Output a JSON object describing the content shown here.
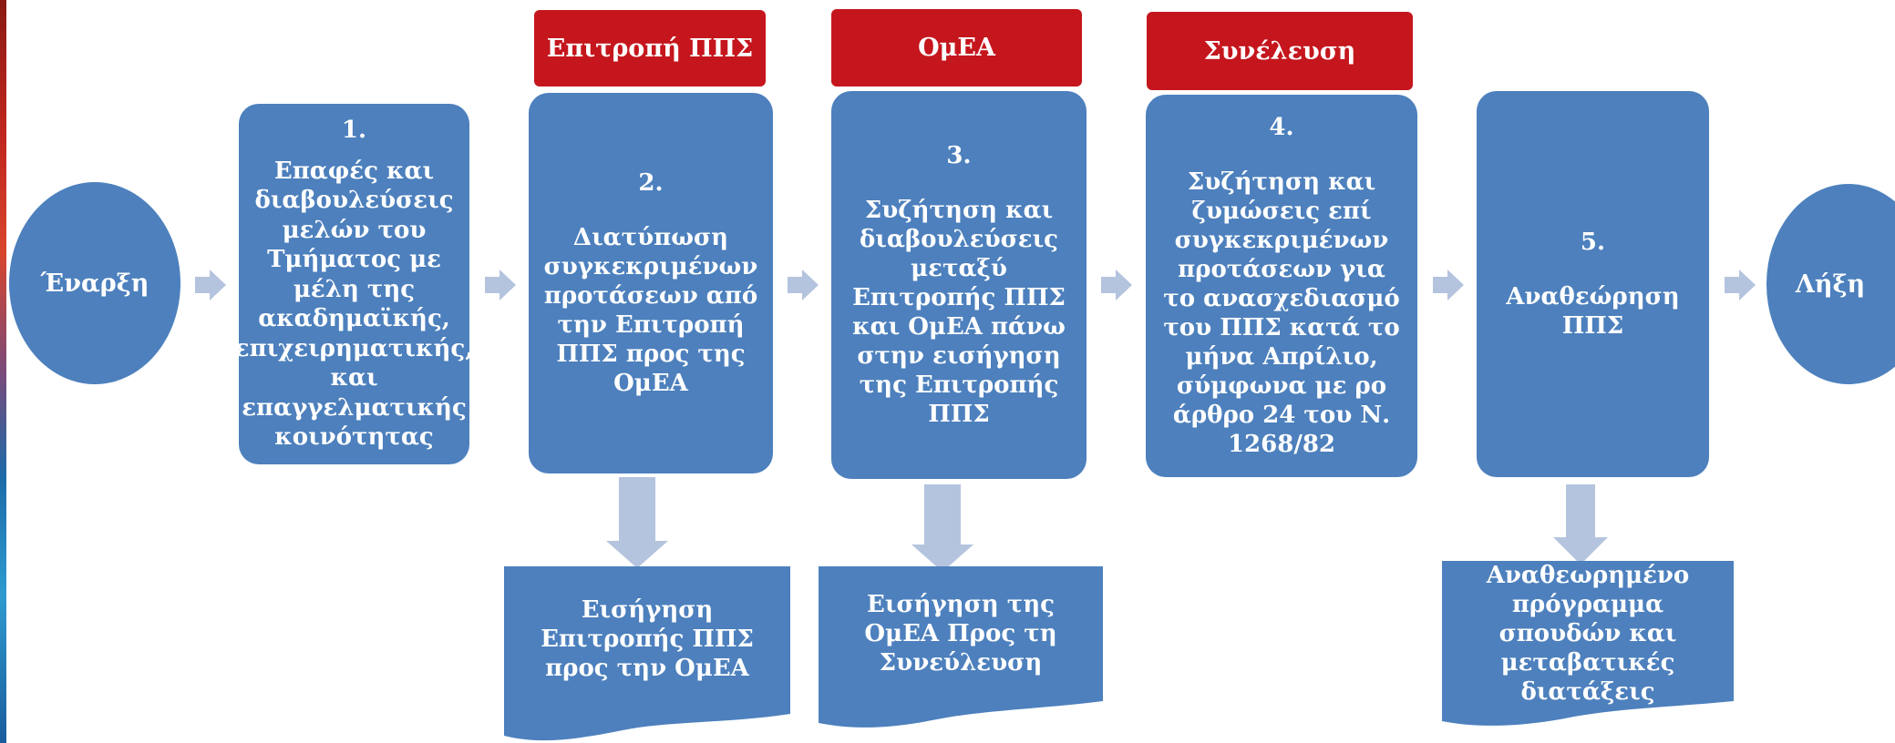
{
  "start_label": "Έναρξη",
  "end_label": "Λήξη",
  "headers": [
    "Επιτροπή ΠΠΣ",
    "ΟμΕΑ",
    "Συνέλευση"
  ],
  "steps": [
    {
      "num": "1.",
      "text": "Επαφές και διαβουλεύσεις μελών του Τμήματος με μέλη της ακαδημαϊκής, επιχειρηματικής, και επαγγελματικής κοινότητας"
    },
    {
      "num": "2.",
      "text": "Διατύπωση συγκεκριμένων προτάσεων από την Επιτροπή ΠΠΣ προς της ΟμΕΑ"
    },
    {
      "num": "3.",
      "text": "Συζήτηση και διαβουλεύσεις μεταξύ Επιτροπής ΠΠΣ και ΟμΕΑ πάνω στην εισήγηση της Επιτροπής ΠΠΣ"
    },
    {
      "num": "4.",
      "text": "Συζήτηση και ζυμώσεις επί συγκεκριμένων προτάσεων για το ανασχεδιασμό του ΠΠΣ κατά το μήνα Απρίλιο, σύμφωνα με ρο άρθρο 24 του Ν. 1268/82"
    },
    {
      "num": "5.",
      "text": "Αναθεώρηση ΠΠΣ"
    }
  ],
  "outputs": [
    "Εισήγηση Επιτροπής ΠΠΣ προς την ΟμΕΑ",
    "Εισήγηση της ΟμΕΑ Προς τη Συνεύλευση",
    "Αναθεωρημένο πρόγραμμα σπουδών και μεταβατικές διατάξεις"
  ],
  "colors": {
    "node_fill": "#4d80bd",
    "header_fill": "#c5161d",
    "arrow_fill": "#b4c4de",
    "text": "#ffffff"
  }
}
